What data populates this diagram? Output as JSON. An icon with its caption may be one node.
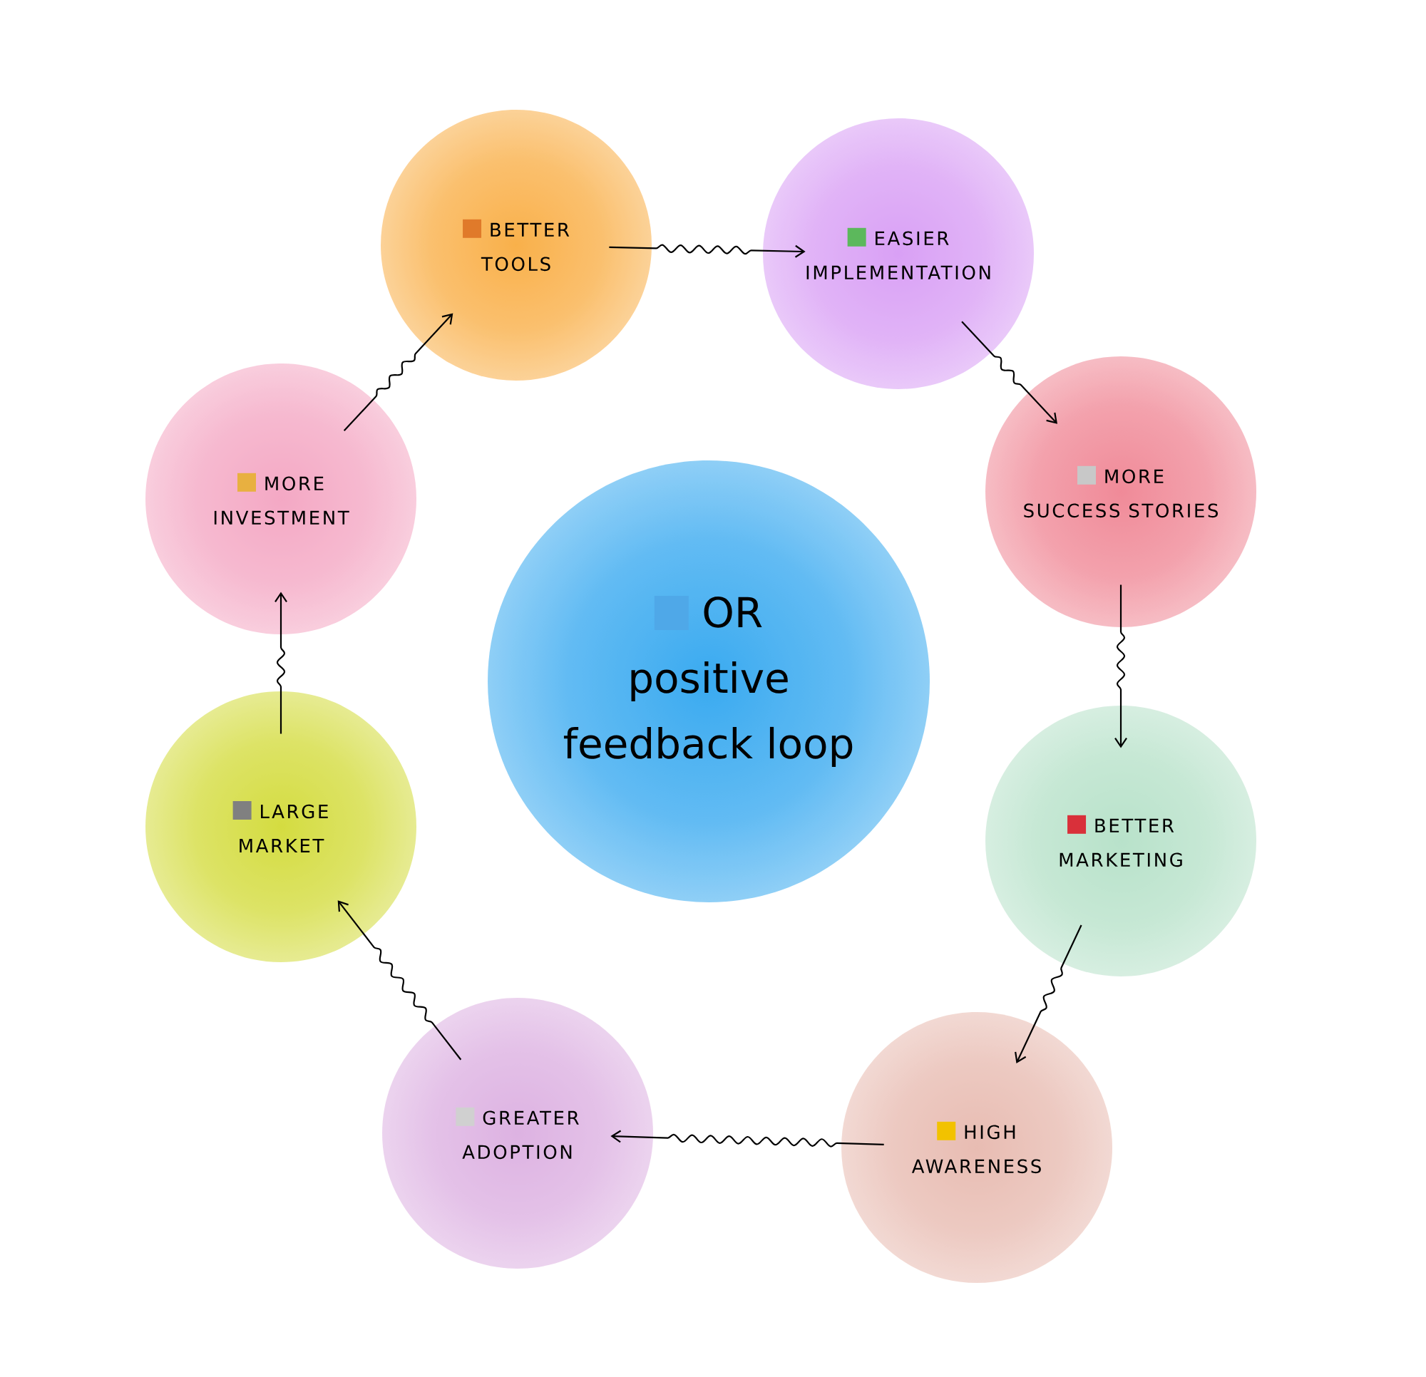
{
  "diagram": {
    "nodes": [
      {
        "text": [
          "OR positive feedback loop"
        ]
      },
      {
        "text": [
          "BETTER TOOLS"
        ]
      },
      {
        "text": [
          "EASIER IMPLEMENTATION"
        ]
      },
      {
        "text": [
          "MORE SUCCESS STORIES"
        ]
      },
      {
        "text": [
          "BETTER MARKETING"
        ]
      },
      {
        "text": [
          "HIGH AWARENESS"
        ]
      },
      {
        "text": [
          "GREATER ADOPTION"
        ]
      },
      {
        "text": [
          "LARGE MARKET"
        ]
      },
      {
        "text": [
          "MORE INVESTMENT"
        ]
      }
    ],
    "edges": [
      {
        "from": 1,
        "to": 2,
        "arrow": "to"
      },
      {
        "from": 2,
        "to": 3,
        "arrow": "to"
      },
      {
        "from": 3,
        "to": 4,
        "arrow": "to"
      },
      {
        "from": 4,
        "to": 5,
        "arrow": "to"
      },
      {
        "from": 5,
        "to": 6,
        "arrow": "to"
      },
      {
        "from": 6,
        "to": 7,
        "arrow": "to"
      },
      {
        "from": 7,
        "to": 8,
        "arrow": "to"
      },
      {
        "from": 8,
        "to": 1,
        "arrow": "to"
      }
    ]
  }
}
